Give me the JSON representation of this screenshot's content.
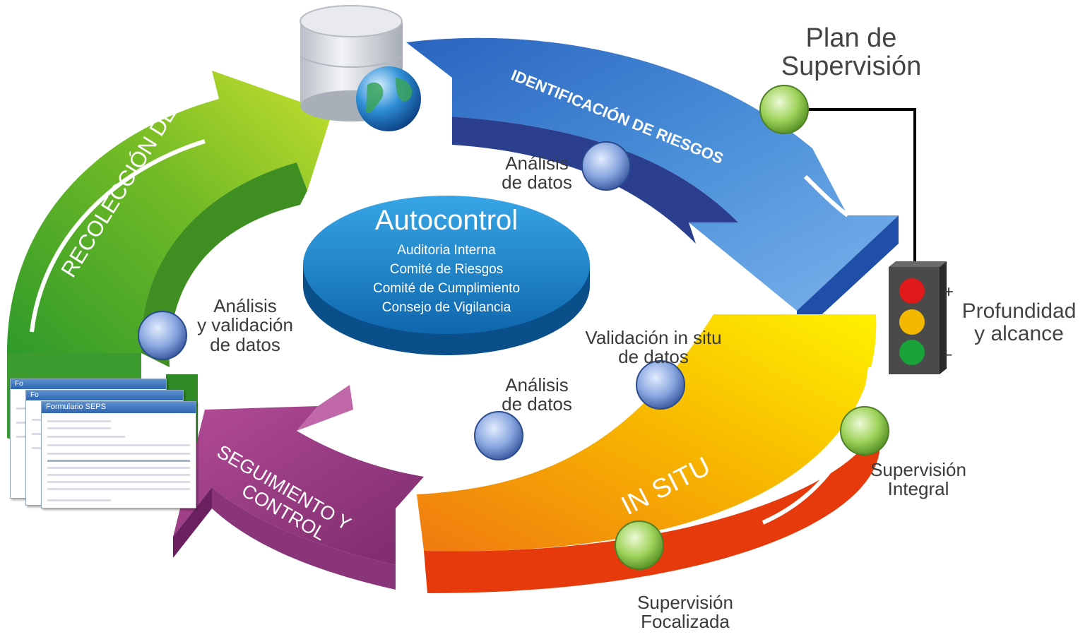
{
  "center": {
    "title": "Autocontrol",
    "items": [
      "Auditoria Interna",
      "Comité de Riesgos",
      "Comité de Cumplimiento",
      "Consejo de Vigilancia"
    ]
  },
  "arrows": {
    "green": "RECOLECCIÓN DE DATOS",
    "blue": "IDENTIFICACIÓN DE RIESGOS",
    "orange": "IN SITU",
    "purple": [
      "SEGUIMIENTO Y",
      "CONTROL"
    ]
  },
  "nodes": {
    "analisis_validacion": [
      "Análisis",
      "y validación",
      "de datos"
    ],
    "analisis_top": [
      "Análisis",
      "de datos"
    ],
    "analisis_bottom": [
      "Análisis",
      "de datos"
    ],
    "validacion_in_situ": [
      "Validación in situ",
      "de datos"
    ],
    "plan": [
      "Plan de",
      "Supervisión"
    ],
    "supervision_integral": [
      "Supervisión",
      "Integral"
    ],
    "supervision_focalizada": [
      "Supervisión",
      "Focalizada"
    ]
  },
  "traffic_light": {
    "plus": "+",
    "minus": "–",
    "label": [
      "Profundidad",
      "y alcance"
    ],
    "colors": [
      "#e01a1a",
      "#f5b800",
      "#1aa33a"
    ]
  },
  "form": {
    "title": "Formulario SEPS",
    "title_short": "Fo"
  },
  "colors": {
    "green": "#7cbf24",
    "blue": "#3f86d6",
    "orange": "#f5a300",
    "purple": "#9c3a84",
    "ellipse": "#1a7ec4",
    "node_blue": "#6d8fd0",
    "node_green": "#8ccc4a"
  }
}
